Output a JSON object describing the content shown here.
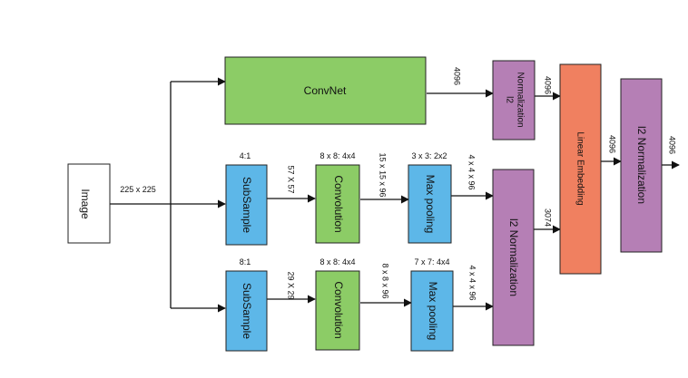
{
  "colors": {
    "green": "#8ccc66",
    "blue": "#5db7e8",
    "purple": "#b57fb5",
    "orange": "#f08060",
    "white": "#ffffff"
  },
  "nodes": {
    "image": "Image",
    "convnet": "ConvNet",
    "subsample_top": "SubSample",
    "subsample_bottom": "SubSample",
    "conv_top": "Convolution",
    "conv_bottom": "Convolution",
    "maxpool_top": "Max pooling",
    "maxpool_bottom": "Max pooling",
    "l2norm_top_line1": "l2",
    "l2norm_top_line2": "Normalization",
    "l2norm_mid": "l2 Normalization",
    "linear_embedding": "Linear Embedding",
    "l2norm_final": "l2 Normalization"
  },
  "labels": {
    "image_size": "225 x 225",
    "convnet_out": "4096",
    "l2_top_out": "4096",
    "ratio_top": "4:1",
    "ratio_bottom": "8:1",
    "sub_top_out": "57 X 57",
    "sub_bottom_out": "29 X 29",
    "conv_top_param": "8 x 8: 4x4",
    "conv_bottom_param": "8 x 8: 4x4",
    "conv_top_out": "15 x 15 x 96",
    "conv_bottom_out": "8 x 8 x 96",
    "pool_top_param": "3 x 3: 2x2",
    "pool_bottom_param": "7 x 7: 4x4",
    "pool_top_out": "4 x 4 x 96",
    "pool_bottom_out": "4 x 4 x 96",
    "l2_mid_out": "3074",
    "embed_out": "4096",
    "final_out": "4096"
  }
}
